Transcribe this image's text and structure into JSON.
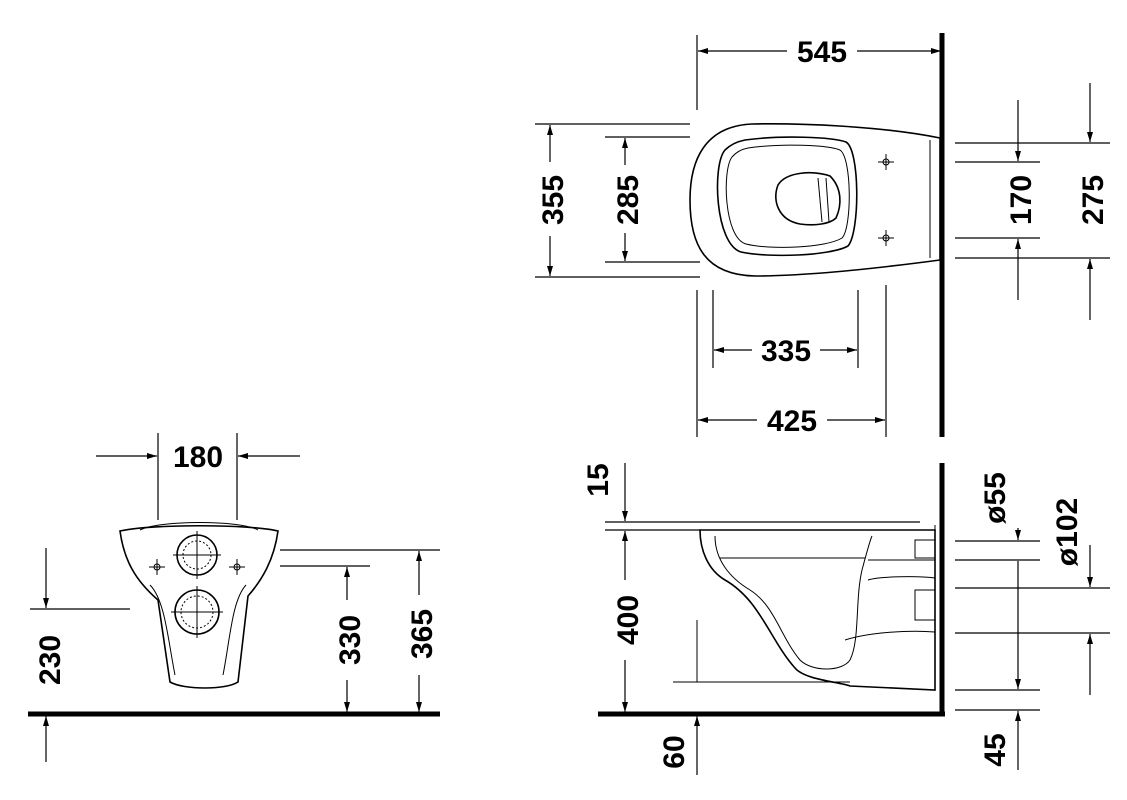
{
  "top_view": {
    "overall_length": "545",
    "overall_width": "355",
    "seat_width": "285",
    "bowl_length": "335",
    "front_to_fixing": "425",
    "fixing_spacing": "170",
    "fixing_height": "275"
  },
  "front_view": {
    "flush_spacing": "180",
    "rim_height_front": "230",
    "inlet_height": "330",
    "top_height": "365"
  },
  "side_view": {
    "rim_thickness": "15",
    "height": "400",
    "floor_offset": "60",
    "inlet_diameter": "ø55",
    "outlet_diameter": "ø102",
    "bottom_offset": "45"
  }
}
